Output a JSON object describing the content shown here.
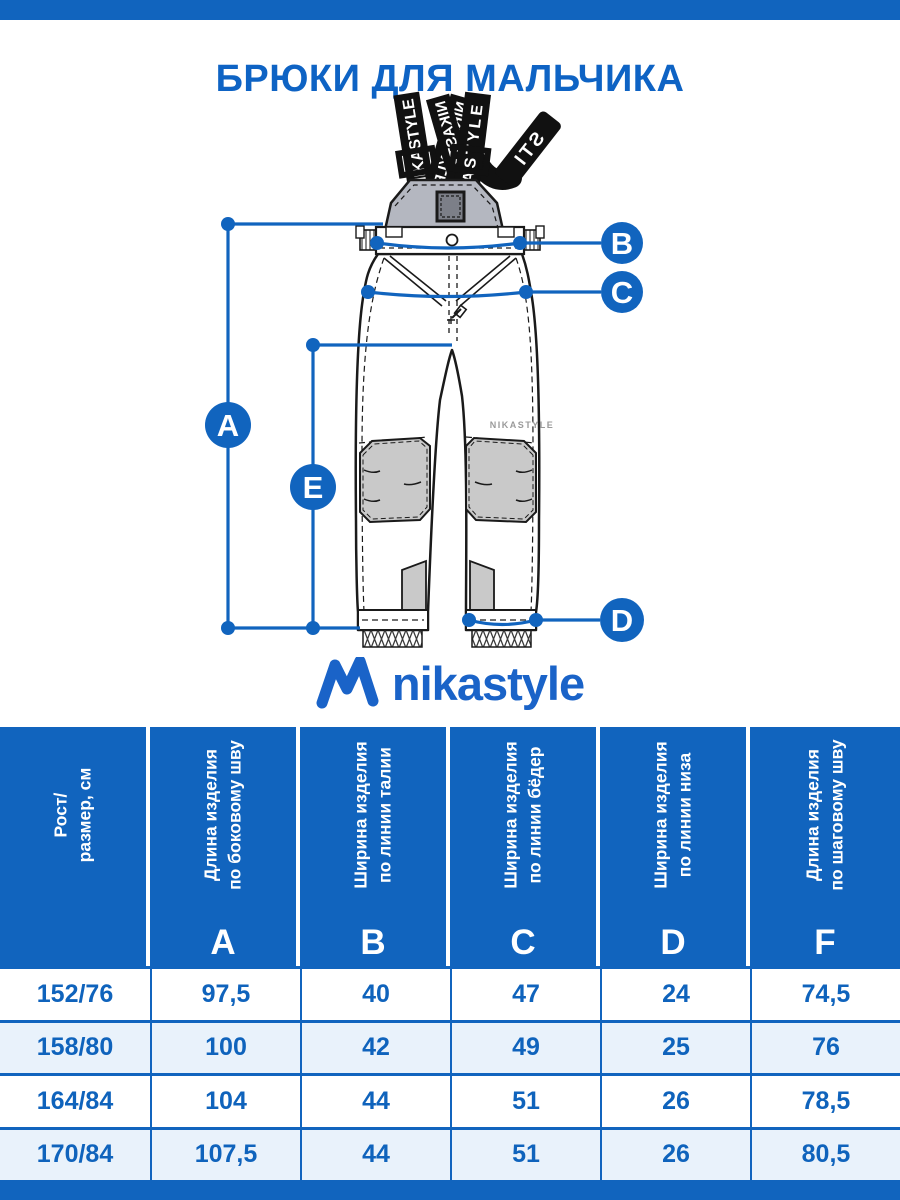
{
  "page": {
    "title": "БРЮКИ ДЛЯ МАЛЬЧИКА"
  },
  "brand": {
    "logo_text": "nikastyle",
    "strap_text": "NIKASTYLE",
    "strap_text_short": "ASTYLE",
    "strap_loose_text": "STI",
    "garment_label": "NIKASTYLE"
  },
  "colors": {
    "primary_blue": "#1164BE",
    "row_alt": "#E9F2FB"
  },
  "diagram": {
    "markers": {
      "a": "A",
      "b": "B",
      "c": "C",
      "d": "D",
      "e": "E"
    }
  },
  "size_table": {
    "col1_header": "Рост/\nразмер, см",
    "columns": [
      {
        "label": "Длина изделия\nпо боковому шву",
        "letter": "A"
      },
      {
        "label": "Ширина изделия\nпо линии талии",
        "letter": "B"
      },
      {
        "label": "Ширина изделия\nпо линии бёдер",
        "letter": "C"
      },
      {
        "label": "Ширина изделия\nпо линии низа",
        "letter": "D"
      },
      {
        "label": "Длина изделия\nпо шаговому шву",
        "letter": "F"
      }
    ],
    "rows": [
      {
        "size": "152/76",
        "values": [
          "97,5",
          "40",
          "47",
          "24",
          "74,5"
        ]
      },
      {
        "size": "158/80",
        "values": [
          "100",
          "42",
          "49",
          "25",
          "76"
        ]
      },
      {
        "size": "164/84",
        "values": [
          "104",
          "44",
          "51",
          "26",
          "78,5"
        ]
      },
      {
        "size": "170/84",
        "values": [
          "107,5",
          "44",
          "51",
          "26",
          "80,5"
        ]
      }
    ]
  }
}
